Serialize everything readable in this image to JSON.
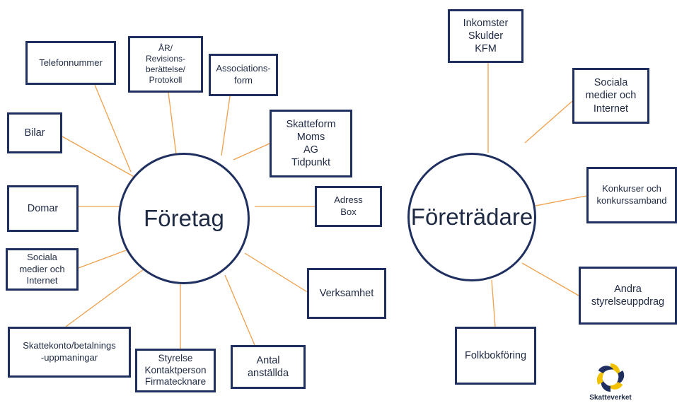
{
  "colors": {
    "box_border": "#1f2f5f",
    "connector": "#f0a04b",
    "text": "#1f2a44",
    "logo_yellow": "#f2c200"
  },
  "left_hub": {
    "label": "Företag",
    "boxes": [
      "Telefonnummer",
      "ÅR/\nRevisions-\nberättelse/\nProtokoll",
      "Associations-\nform",
      "Skatteform\nMoms\nAG\nTidpunkt",
      "Adress\nBox",
      "Verksamhet",
      "Antal\nanställda",
      "Styrelse\nKontaktperson\nFirmatecknare",
      "Skattekonto/betalnings\n-uppmaningar",
      "Sociala\nmedier och\nInternet",
      "Domar",
      "Bilar"
    ]
  },
  "right_hub": {
    "label": "Företrädare",
    "boxes": [
      "Inkomster\nSkulder\nKFM",
      "Sociala\nmedier och\nInternet",
      "Konkurser och\nkonkurssamband",
      "Andra\nstyrelseuppdrag",
      "Folkbokföring"
    ]
  },
  "logo": {
    "name": "skatteverket-logo",
    "text": "Skatteverket"
  }
}
